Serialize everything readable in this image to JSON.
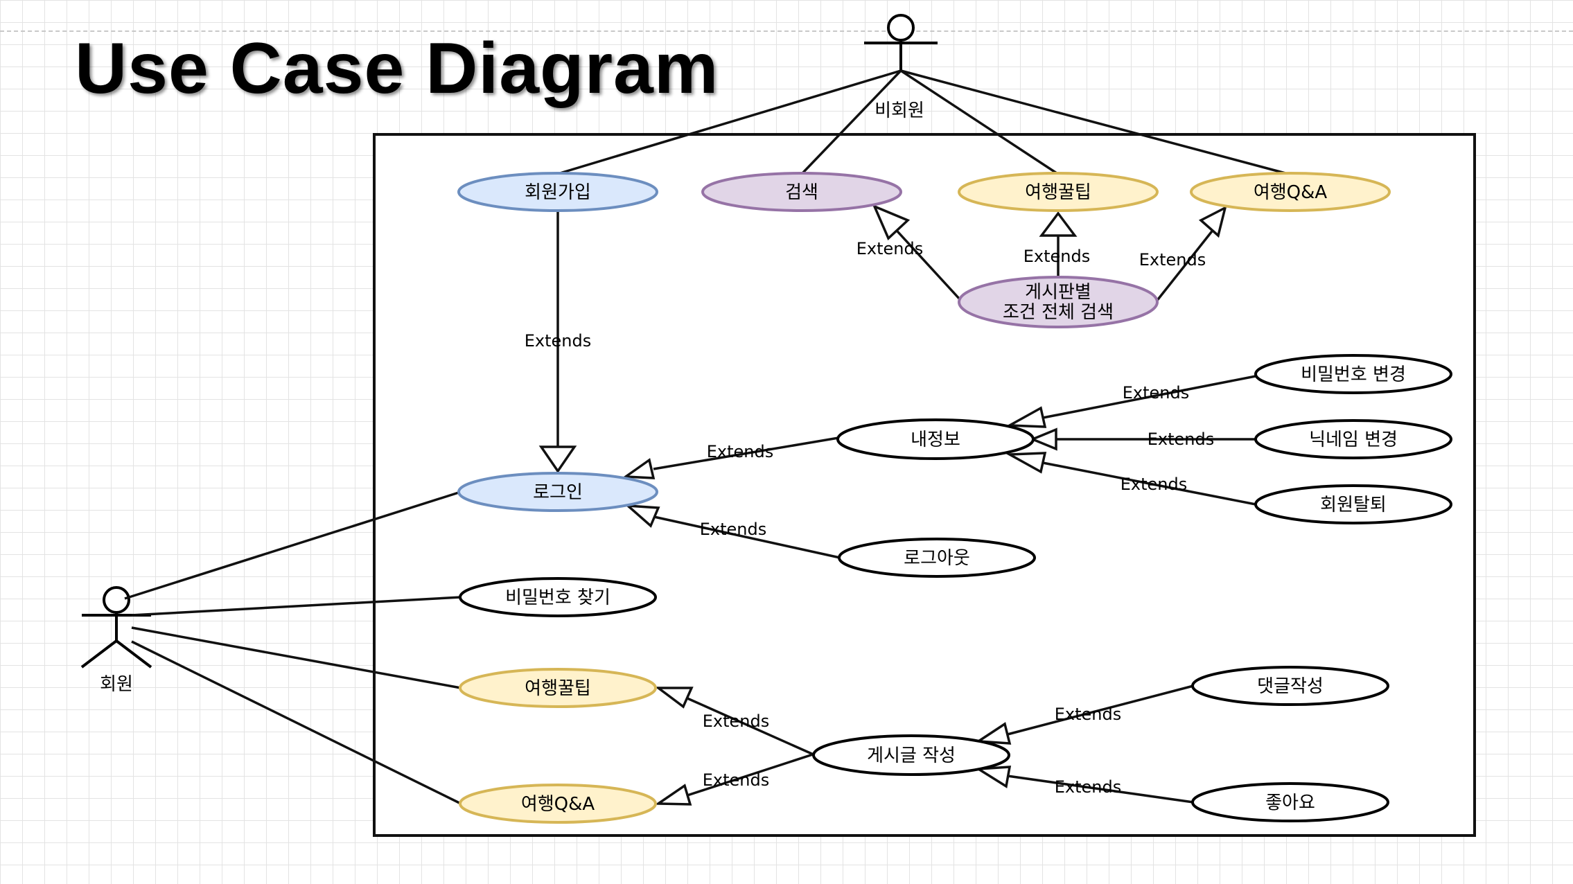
{
  "title": "Use Case Diagram",
  "colors": {
    "blue_fill": "#dae8fc",
    "blue_stroke": "#6c8ebf",
    "purple_fill": "#e1d5e7",
    "purple_stroke": "#9673a6",
    "yellow_fill": "#fff2cc",
    "yellow_stroke": "#d6b656",
    "white_fill": "#ffffff",
    "black_stroke": "#000000"
  },
  "actors": {
    "non_member": "비회원",
    "member": "회원"
  },
  "use_cases": {
    "signup": "회원가입",
    "search": "검색",
    "travel_tips_top": "여행꿀팁",
    "travel_qa_top": "여행Q&A",
    "board_search_line1": "게시판별",
    "board_search_line2": "조건 전체 검색",
    "login": "로그인",
    "my_info": "내정보",
    "change_password": "비밀번호 변경",
    "change_nickname": "닉네임 변경",
    "withdraw": "회원탈퇴",
    "logout": "로그아웃",
    "find_password": "비밀번호 찾기",
    "travel_tips_bottom": "여행꿀팁",
    "travel_qa_bottom": "여행Q&A",
    "write_post": "게시글 작성",
    "write_comment": "댓글작성",
    "like": "좋아요"
  },
  "relation_label": "Extends"
}
